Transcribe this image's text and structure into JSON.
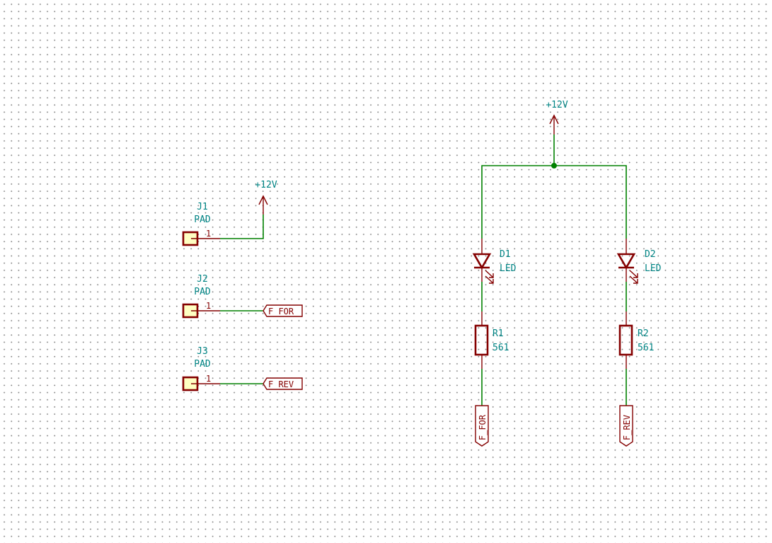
{
  "colors": {
    "wire": "#008000",
    "component": "#840000",
    "text": "#008484",
    "pad_fill": "#ffffc2",
    "grid": "#8a8a8a"
  },
  "power": [
    {
      "id": "pwr1",
      "label": "+12V"
    },
    {
      "id": "pwr2",
      "label": "+12V"
    }
  ],
  "connectors": [
    {
      "ref": "J1",
      "value": "PAD",
      "pin": "1",
      "net": "+12V"
    },
    {
      "ref": "J2",
      "value": "PAD",
      "pin": "1",
      "net": "F_FOR"
    },
    {
      "ref": "J3",
      "value": "PAD",
      "pin": "1",
      "net": "F_REV"
    }
  ],
  "leds": [
    {
      "ref": "D1",
      "value": "LED"
    },
    {
      "ref": "D2",
      "value": "LED"
    }
  ],
  "resistors": [
    {
      "ref": "R1",
      "value": "561"
    },
    {
      "ref": "R2",
      "value": "561"
    }
  ],
  "net_labels": [
    {
      "text": "F_FOR"
    },
    {
      "text": "F_REV"
    },
    {
      "text": "F_FOR"
    },
    {
      "text": "F_REV"
    }
  ]
}
